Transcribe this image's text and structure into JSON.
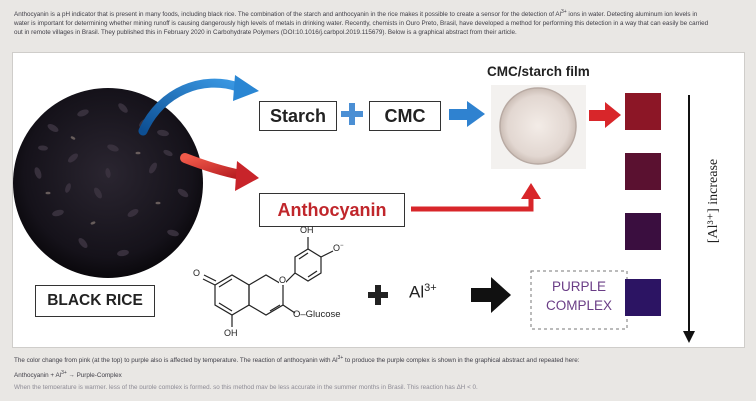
{
  "article": {
    "intro_before": "Anthocyanin is a pH indicator that is present in many foods, including black rice. The combination of the starch and anthocyanin in the rice makes it possible to create a sensor for the detection of Al",
    "intro_sup": "3+",
    "intro_after": " ions in water. Detecting aluminum ion levels in water is important for determining whether mining runoff is causing dangerously high levels of metals in drinking water. Recently, chemists in Ouro Preto, Brasil, have developed a method for performing this detection in a way that can easily be carried out in remote villages in Brasil. They published this in February 2020 in Carbohydrate Polymers (DOI:10.1016/j.carbpol.2019.115679). Below is a graphical abstract from their article.",
    "outro_before": "The color change from pink (at the top) to purple also is affected by temperature. The reaction of anthocyanin with Al",
    "outro_sup": "3+",
    "outro_after": " to produce the purple complex is shown in the graphical abstract and repeated here:",
    "equation_left": "Anthocyanin + Al",
    "equation_sup": "3+",
    "equation_right": " → Purple-Complex",
    "cutoff_line": "When the temperature is warmer, less of the purple complex is formed, so this method may be less accurate in the summer months in Brasil. This reaction has ΔH < 0."
  },
  "abstract": {
    "cmc_starch_film_label": "CMC/starch film",
    "starch_label": "Starch",
    "cmc_label": "CMC",
    "anthocyanin_label": "Anthocyanin",
    "black_rice_label": "BLACK RICE",
    "ion_base": "Al",
    "ion_sup": "3+",
    "purple_line1": "PURPLE",
    "purple_line2": "COMPLEX",
    "increase_label": "[Al³⁺] increase",
    "molecule": {
      "oh_top": "OH",
      "oh_bottom": "OH",
      "o_minus": "O",
      "o_ring": "O",
      "o_carbonyl": "O",
      "glucose": "O–Glucose"
    },
    "colors": {
      "red_arrow": "#d8262a",
      "blue_arrow": "#1b74c0",
      "plus": "#4b8fd4",
      "anthocyanin_text": "#c0262b",
      "square_1": "#8c1626",
      "square_2": "#5a1130",
      "square_3": "#3a0e3f",
      "square_4": "#2c1463"
    }
  }
}
